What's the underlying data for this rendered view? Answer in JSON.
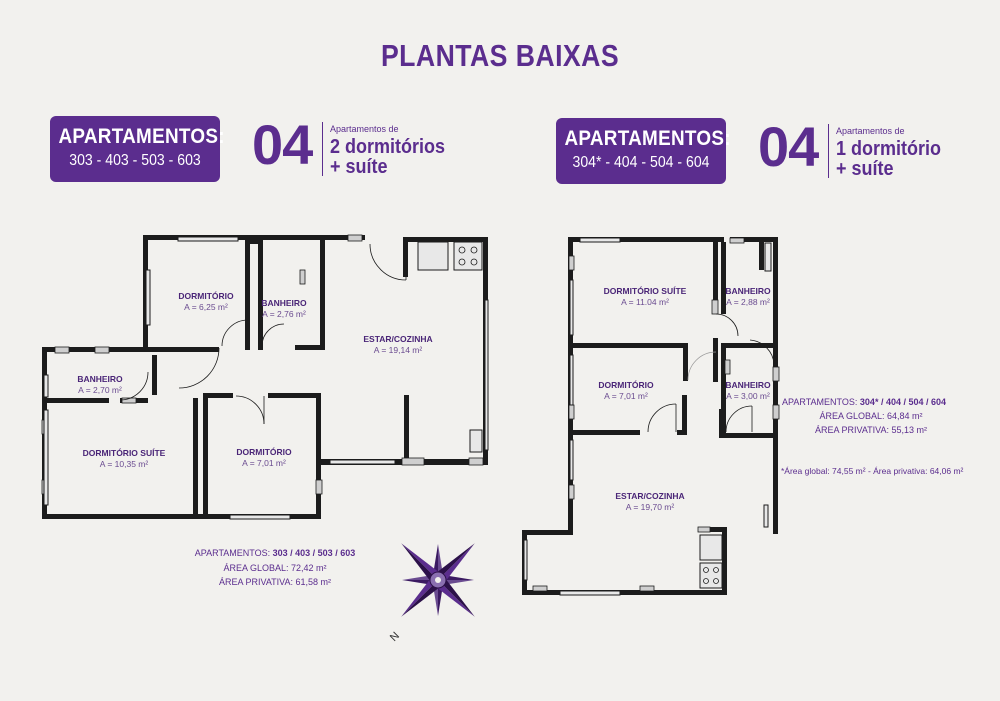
{
  "title": "PLANTAS BAIXAS",
  "left": {
    "box_heading": "APARTAMENTOS:",
    "box_units": "303 - 403 - 503 - 603",
    "count": "04",
    "apt_of": "Apartamentos de",
    "type_line1": "2 dormitórios",
    "type_line2": "+ suíte",
    "rooms": [
      {
        "name": "DORMITÓRIO",
        "area": "A = 6,25 m²"
      },
      {
        "name": "BANHEIRO",
        "area": "A = 2,76 m²"
      },
      {
        "name": "ESTAR/COZINHA",
        "area": "A = 19,14 m²"
      },
      {
        "name": "BANHEIRO",
        "area": "A = 2,70 m²"
      },
      {
        "name": "DORMITÓRIO SUÍTE",
        "area": "A = 10,35 m²"
      },
      {
        "name": "DORMITÓRIO",
        "area": "A = 7,01 m²"
      }
    ],
    "info_label": "APARTAMENTOS:",
    "info_units": "303 / 403 / 503 / 603",
    "area_global": "ÁREA GLOBAL: 72,42 m²",
    "area_privativa": "ÁREA PRIVATIVA: 61,58 m²"
  },
  "right": {
    "box_heading": "APARTAMENTOS:",
    "box_units": "304* - 404 - 504 - 604",
    "count": "04",
    "apt_of": "Apartamentos de",
    "type_line1": "1 dormitório",
    "type_line2": "+ suíte",
    "rooms": [
      {
        "name": "DORMITÓRIO SUÍTE",
        "area": "A = 11.04 m²"
      },
      {
        "name": "BANHEIRO",
        "area": "A = 2,88 m²"
      },
      {
        "name": "DORMITÓRIO",
        "area": "A = 7,01 m²"
      },
      {
        "name": "BANHEIRO",
        "area": "A = 3,00 m²"
      },
      {
        "name": "ESTAR/COZINHA",
        "area": "A = 19,70 m²"
      }
    ],
    "info_label": "APARTAMENTOS:",
    "info_units": "304* / 404 / 504 / 604",
    "area_global": "ÁREA GLOBAL: 64,84 m²",
    "area_privativa": "ÁREA PRIVATIVA: 55,13 m²",
    "footnote": "*Área global: 74,55 m² - Área privativa: 64,06 m²"
  },
  "compass": {
    "north_label": "N"
  },
  "colors": {
    "brand": "#5b2d8e",
    "background": "#f2f1ee",
    "wall": "#1c1c1c"
  }
}
